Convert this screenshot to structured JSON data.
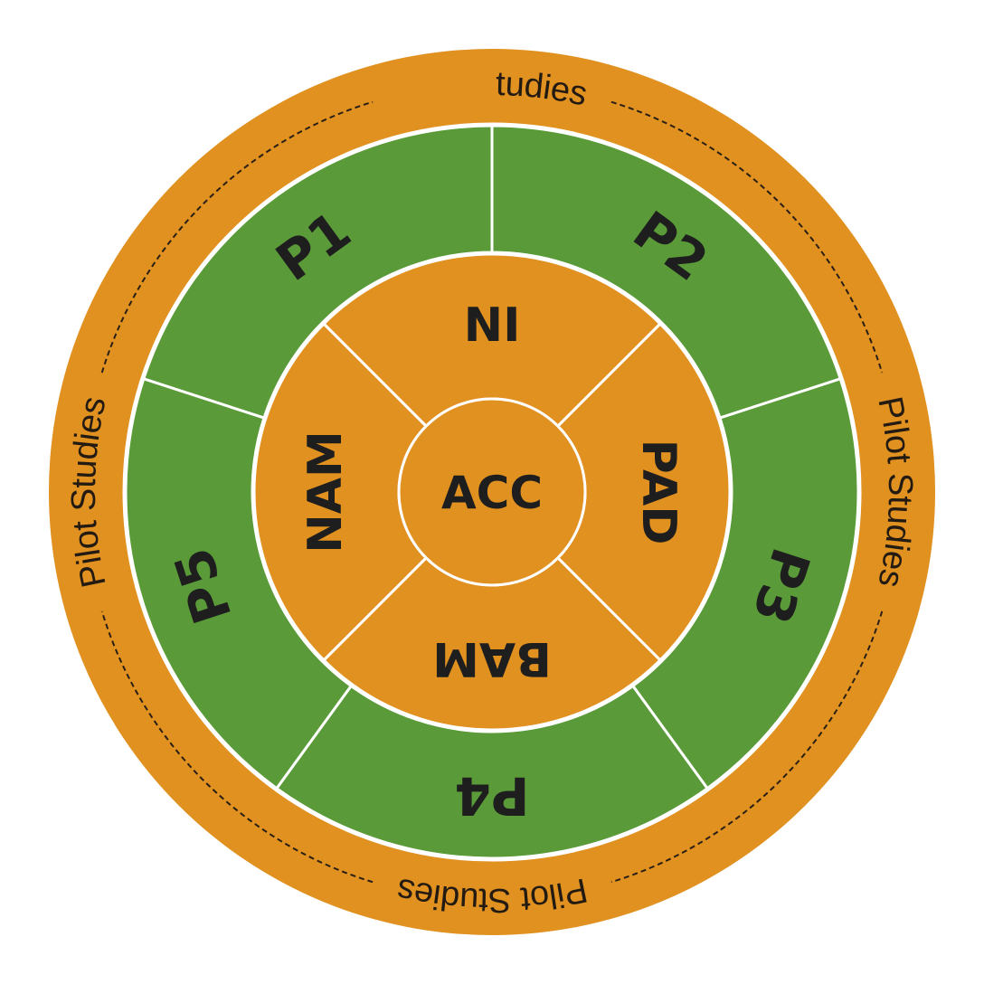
{
  "colors": {
    "outer_ring": "#e09120",
    "green_ring": "#5a9a38",
    "inner_ring": "#e09120",
    "center": "#e09120",
    "divider": "#ffffff",
    "dash": "#2a1f14"
  },
  "outer_ring": {
    "labels": [
      "Pilot Studies",
      "Pilot Studies",
      "Pilot Studies",
      "Pilot Studies"
    ]
  },
  "pilots": [
    "P1",
    "P2",
    "P3",
    "P4",
    "P5"
  ],
  "core": [
    "NI",
    "PAD",
    "BAM",
    "NAM"
  ],
  "center": {
    "label": "ACC"
  }
}
